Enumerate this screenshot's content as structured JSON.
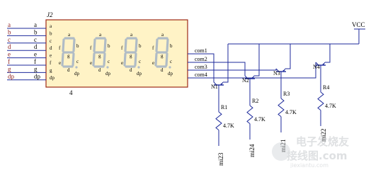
{
  "schematic": {
    "part_ref": "J2",
    "part_value": "4",
    "left_pins": [
      "a",
      "b",
      "c",
      "d",
      "e",
      "f",
      "g",
      "dp"
    ],
    "inner_pins": [
      "a",
      "b",
      "c",
      "d",
      "e",
      "f",
      "g",
      "dp"
    ],
    "digit_labels": {
      "a": "a",
      "b": "b",
      "c": "c",
      "d": "d",
      "e": "e",
      "f": "f",
      "g": "g",
      "dp": "dp"
    },
    "com_pins": [
      "com1",
      "com2",
      "com3",
      "com4"
    ],
    "supply": "VCC",
    "transistors": [
      "N1",
      "N2",
      "N3",
      "N4"
    ],
    "resistors": [
      {
        "ref": "R1",
        "value": "4.7K"
      },
      {
        "ref": "R2",
        "value": "4.7K"
      },
      {
        "ref": "R3",
        "value": "4.7K"
      },
      {
        "ref": "R4",
        "value": "4.7K"
      }
    ],
    "net_labels": [
      "mi23",
      "mi24",
      "mi21",
      "mi22"
    ]
  },
  "watermark": {
    "brand": "电子发烧友",
    "url": "jiexiantu.com",
    "site": "接线图.com"
  },
  "colors": {
    "box_fill": "#fff3c6",
    "box_stroke": "#9c2a16",
    "wire": "#1d2a9b",
    "label": "#000000",
    "pin_label": "#8b1a1a",
    "segment": "#b0bcc6"
  }
}
